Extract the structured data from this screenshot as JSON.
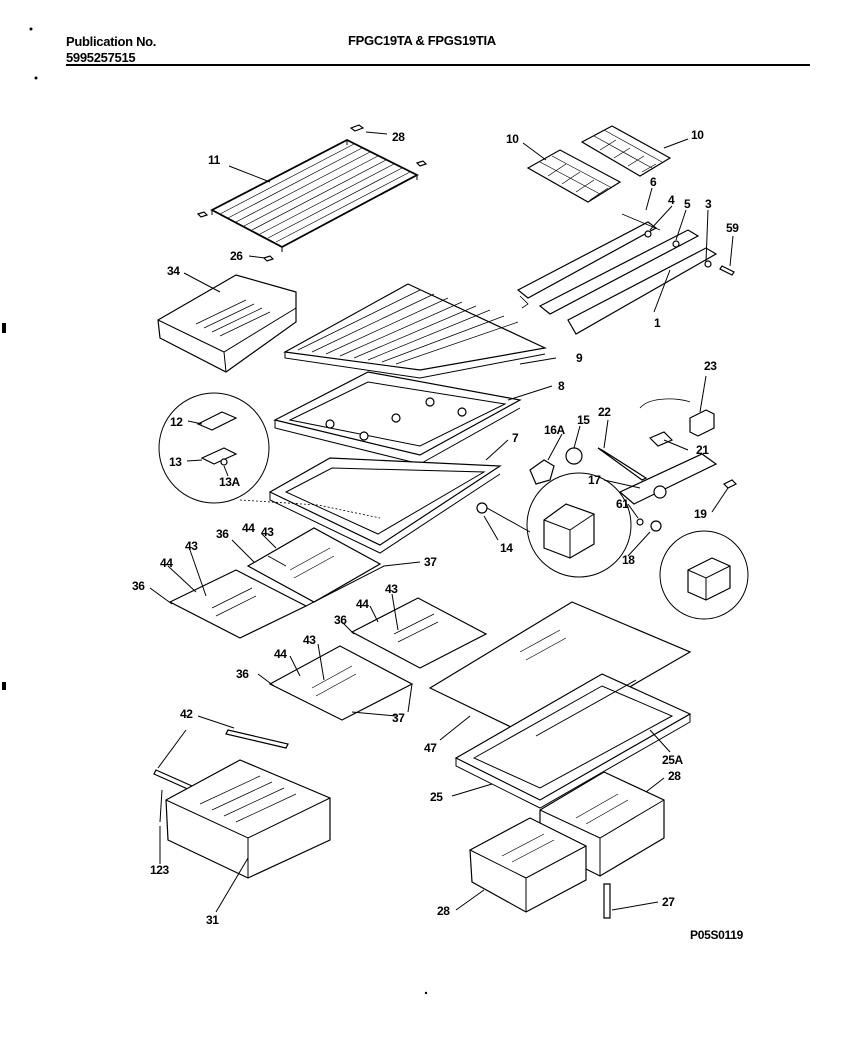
{
  "header": {
    "publication_label": "Publication No.",
    "publication_number": "5995257515",
    "model_title": "FPGC19TA & FPGS19TIA"
  },
  "diagram_code": "P05S0119",
  "callouts": [
    {
      "id": "28",
      "label": "28"
    },
    {
      "id": "11",
      "label": "11"
    },
    {
      "id": "26",
      "label": "26"
    },
    {
      "id": "34",
      "label": "34"
    },
    {
      "id": "10a",
      "label": "10"
    },
    {
      "id": "10b",
      "label": "10"
    },
    {
      "id": "6",
      "label": "6"
    },
    {
      "id": "4",
      "label": "4"
    },
    {
      "id": "5",
      "label": "5"
    },
    {
      "id": "3",
      "label": "3"
    },
    {
      "id": "59",
      "label": "59"
    },
    {
      "id": "1",
      "label": "1"
    },
    {
      "id": "9",
      "label": "9"
    },
    {
      "id": "8",
      "label": "8"
    },
    {
      "id": "23",
      "label": "23"
    },
    {
      "id": "22",
      "label": "22"
    },
    {
      "id": "21",
      "label": "21"
    },
    {
      "id": "16A",
      "label": "16A"
    },
    {
      "id": "15",
      "label": "15"
    },
    {
      "id": "7",
      "label": "7"
    },
    {
      "id": "17",
      "label": "17"
    },
    {
      "id": "61",
      "label": "61"
    },
    {
      "id": "19",
      "label": "19"
    },
    {
      "id": "18",
      "label": "18"
    },
    {
      "id": "14",
      "label": "14"
    },
    {
      "id": "12",
      "label": "12"
    },
    {
      "id": "13",
      "label": "13"
    },
    {
      "id": "13A",
      "label": "13A"
    },
    {
      "id": "43a",
      "label": "43"
    },
    {
      "id": "44a",
      "label": "44"
    },
    {
      "id": "36a",
      "label": "36"
    },
    {
      "id": "37a",
      "label": "37"
    },
    {
      "id": "43b",
      "label": "43"
    },
    {
      "id": "44b",
      "label": "44"
    },
    {
      "id": "36b",
      "label": "36"
    },
    {
      "id": "43c",
      "label": "43"
    },
    {
      "id": "44c",
      "label": "44"
    },
    {
      "id": "36c",
      "label": "36"
    },
    {
      "id": "43d",
      "label": "43"
    },
    {
      "id": "44d",
      "label": "44"
    },
    {
      "id": "36d",
      "label": "36"
    },
    {
      "id": "37b",
      "label": "37"
    },
    {
      "id": "47",
      "label": "47"
    },
    {
      "id": "42",
      "label": "42"
    },
    {
      "id": "123",
      "label": "123"
    },
    {
      "id": "31",
      "label": "31"
    },
    {
      "id": "25A",
      "label": "25A"
    },
    {
      "id": "25",
      "label": "25"
    },
    {
      "id": "28b",
      "label": "28"
    },
    {
      "id": "28c",
      "label": "28"
    },
    {
      "id": "27",
      "label": "27"
    }
  ]
}
